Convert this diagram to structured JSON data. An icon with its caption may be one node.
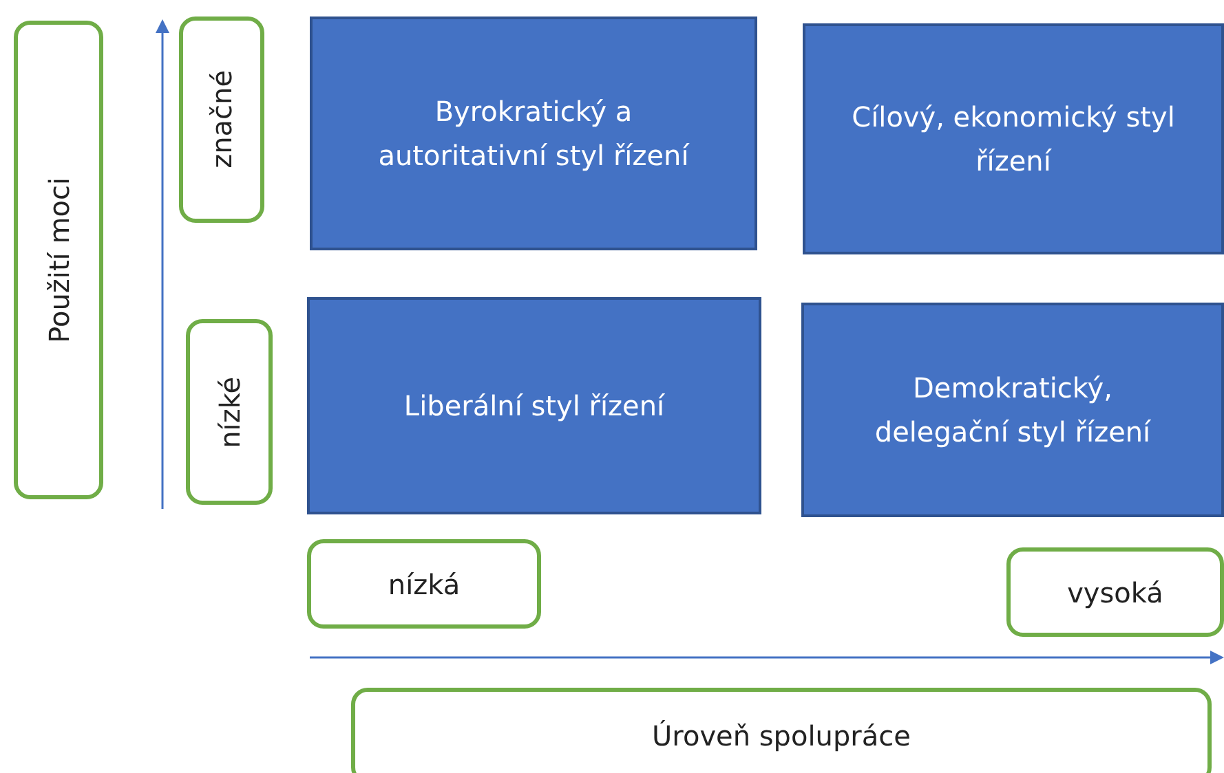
{
  "diagram": {
    "nodes": [
      {
        "text": [
          "Použití moci"
        ]
      },
      {
        "text": [
          "značné"
        ]
      },
      {
        "text": [
          "nízké"
        ]
      },
      {
        "text": [
          "Byrokratický a autoritativní styl řízení"
        ]
      },
      {
        "text": [
          "Cílový, ekonomický styl řízení"
        ]
      },
      {
        "text": [
          "Liberální styl řízení"
        ]
      },
      {
        "text": [
          "Demokratický, delegační styl řízení"
        ]
      },
      {
        "text": [
          "nízká"
        ]
      },
      {
        "text": [
          "vysoká"
        ]
      },
      {
        "text": [
          "Úroveň spolupráce"
        ]
      }
    ]
  }
}
